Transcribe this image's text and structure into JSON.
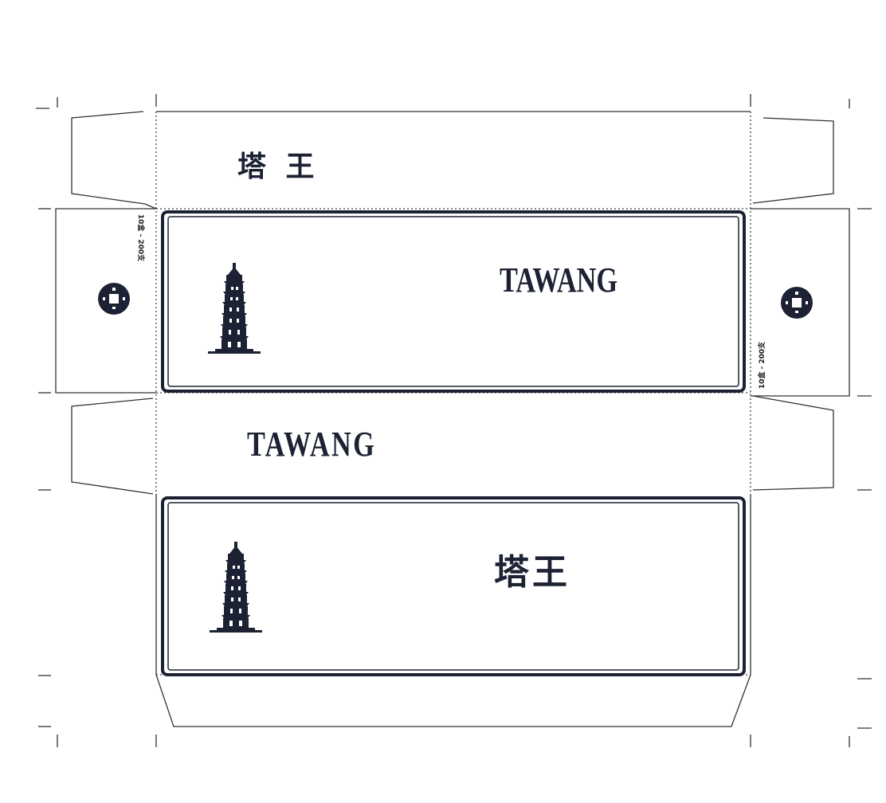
{
  "brand_cn": "塔 王",
  "brand_cn_back": "塔王",
  "brand_en": "TAWANG",
  "side_text": "10盒 - 200支",
  "icons": [
    "pagoda-icon",
    "coin-icon"
  ],
  "colors": {
    "ink": "#1c2233",
    "line": "#333333"
  }
}
